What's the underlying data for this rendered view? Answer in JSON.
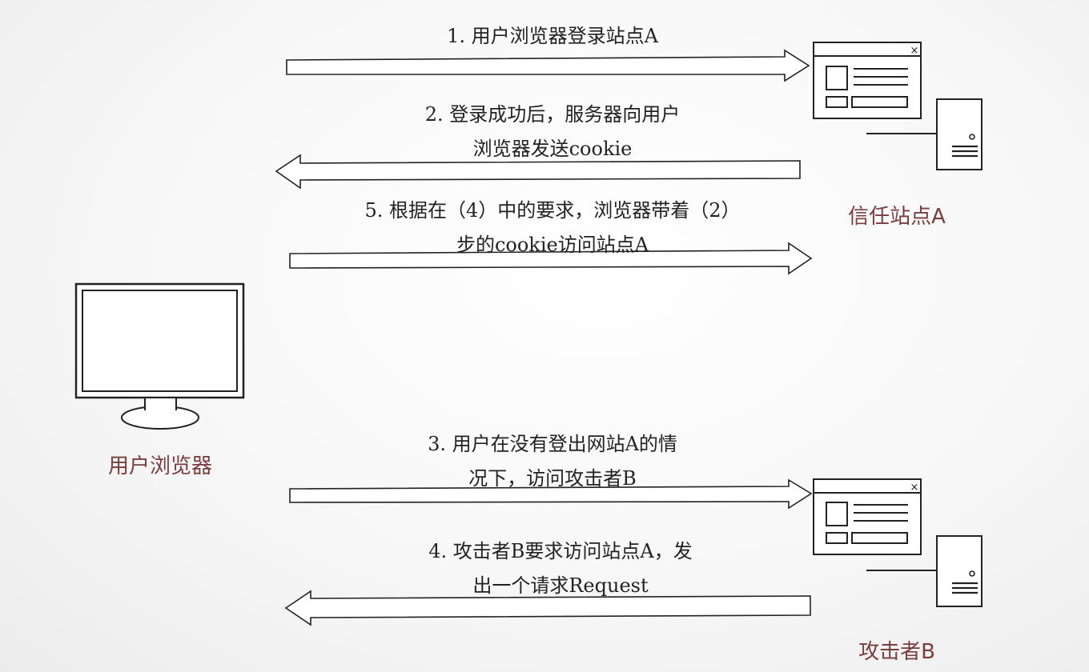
{
  "nodes": {
    "browser": {
      "label": "用户浏览器"
    },
    "site_a": {
      "label": "信任站点A"
    },
    "attacker_b": {
      "label": "攻击者B"
    }
  },
  "steps": [
    {
      "lines": [
        "1. 用户浏览器登录站点A"
      ]
    },
    {
      "lines": [
        "2. 登录成功后，服务器向用户",
        "浏览器发送cookie"
      ]
    },
    {
      "lines": [
        "5. 根据在（4）中的要求，浏览器带着（2）",
        "步的cookie访问站点A"
      ]
    },
    {
      "lines": [
        "3. 用户在没有登出网站A的情",
        "况下，访问攻击者B"
      ]
    },
    {
      "lines": [
        "4. 攻击者B要求访问站点A，发",
        "出一个请求Request"
      ]
    }
  ],
  "colors": {
    "stroke": "#222222",
    "label": "#7a3d3d",
    "text": "#222222"
  }
}
